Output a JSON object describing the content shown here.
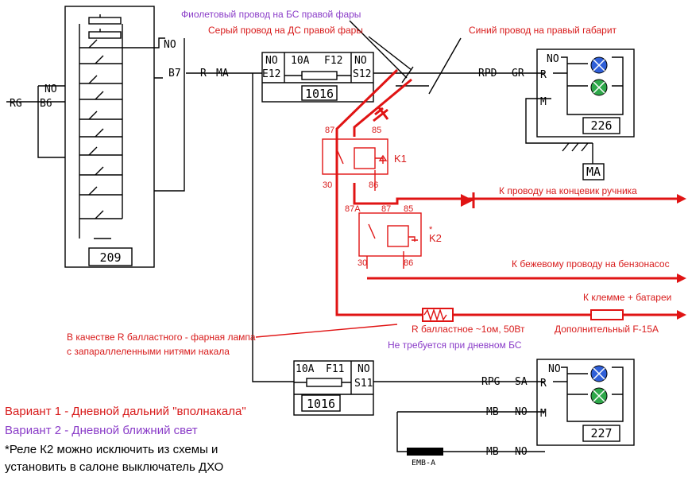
{
  "switch209": {
    "id": "209",
    "pin_no": "NO",
    "pin_b7": "B7"
  },
  "left_connector": {
    "rg": "RG",
    "no": "NO",
    "b6": "B6"
  },
  "wire_r": "R",
  "wire_ma": "MA",
  "fuse_top": {
    "left_no": "NO",
    "left_pin": "E12",
    "rating": "10A",
    "name": "F12",
    "right_no": "NO",
    "right_pin": "S12",
    "block": "1016"
  },
  "fuse_bottom": {
    "rating": "10A",
    "name": "F11",
    "right_no": "NO",
    "right_pin": "S11",
    "block": "1016"
  },
  "lamp226": {
    "id": "226",
    "no": "NO",
    "r": "R",
    "m": "M",
    "wire_rpd": "RPD",
    "wire_gr": "GR",
    "ground": "MA"
  },
  "lamp227": {
    "id": "227",
    "no": "NO",
    "r": "R",
    "m": "M",
    "wire_rpg": "RPG",
    "wire_sa": "SA",
    "wire_mb": "MB",
    "wire_mb2": "MB",
    "no_a": "NO",
    "no_b": "NO",
    "emb": "EMB-A"
  },
  "annotations": {
    "violet_wire": "Фиолетовый провод на БС правой фары",
    "grey_wire": "Серый провод на ДС правой фары",
    "blue_wire": "Синий провод на правый габарит",
    "handbrake": "К проводу на концевик ручника",
    "fuel_pump": "К бежевому проводу на бензонасос",
    "battery": "К клемме + батареи",
    "extra_fuse": "Дополнительный F-15A",
    "ballast": "R балластное ~1ом, 50Вт",
    "not_needed": "Не требуется при дневном БС",
    "lamp_note_1": "В качестве R балластного - фарная лампа",
    "lamp_note_2": "с запараллеленными нитями накала"
  },
  "relay_k1": {
    "label": "K1",
    "p87": "87",
    "p85": "85",
    "p30": "30",
    "p86": "86"
  },
  "relay_k2": {
    "label": "K2",
    "star": "*",
    "p87a": "87A",
    "p87": "87",
    "p85": "85",
    "p30": "30",
    "p86": "86"
  },
  "legend": {
    "variant1": "Вариант 1 - Дневной дальний \"вполнакала\"",
    "variant2": "Вариант 2 - Дневной ближний свет",
    "note1": "*Реле К2 можно исключить из схемы и",
    "note2": "установить в салоне выключатель ДХО"
  },
  "colors": {
    "red": "#e01414",
    "violet": "#8a3cc8",
    "lamp_blue": "#2f5fd8",
    "lamp_green": "#2ea84a"
  }
}
